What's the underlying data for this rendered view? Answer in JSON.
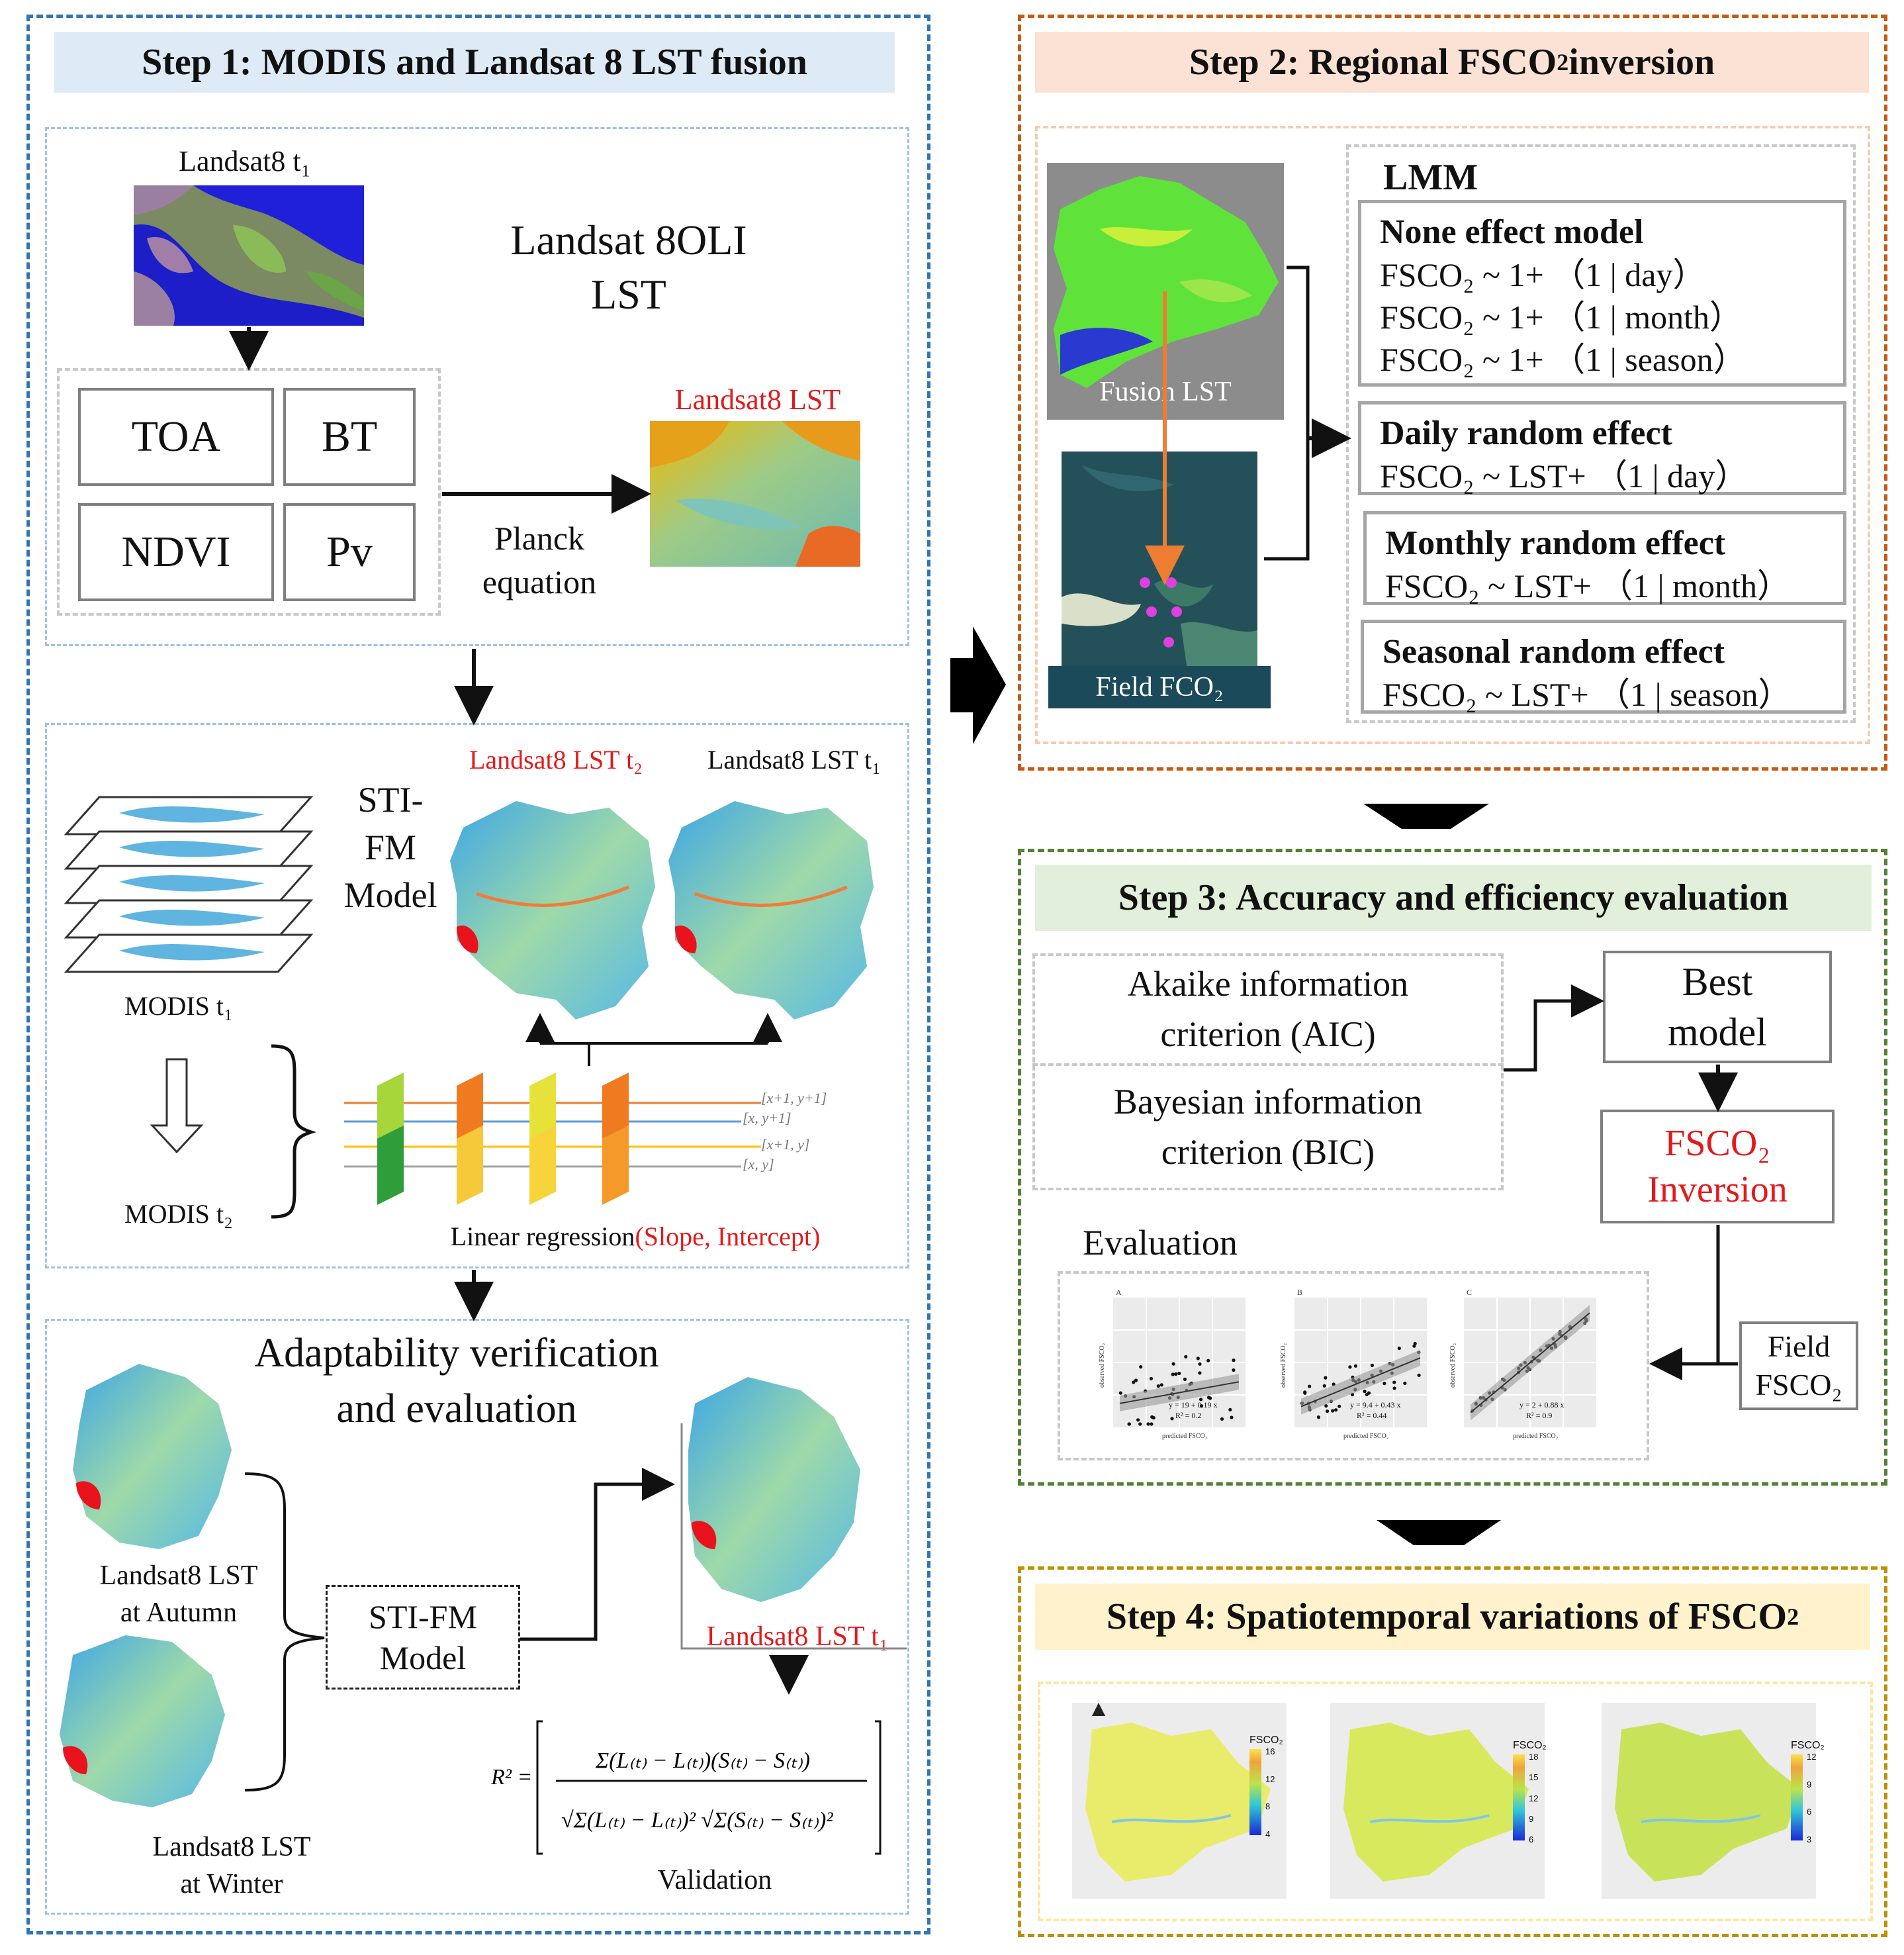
{
  "step1": {
    "title": "Step 1: MODIS and Landsat 8 LST fusion",
    "landsat_t1": "Landsat8 t₁",
    "oli_title": "Landsat 8OLI\nLST",
    "bands": [
      "TOA",
      "BT",
      "NDVI",
      "Pv"
    ],
    "planck": "Planck\nequation",
    "landsat_lst": "Landsat8 LST",
    "stifm_label": "STI-\nFM\nModel",
    "lst_t2": "Landsat8 LST t₂",
    "lst_t1": "Landsat8 LST t₁",
    "modis_t1": "MODIS t₁",
    "modis_t2": "MODIS t₂",
    "regression_pre": "Linear regression",
    "regression_red": "(Slope, Intercept)",
    "grid_labels": [
      "[x+1, y+1]",
      "[x, y+1]",
      "[x+1, y]",
      "[x, y]"
    ],
    "adapt_title": "Adaptability verification\nand evaluation",
    "autumn": "Landsat8 LST\nat Autumn",
    "winter": "Landsat8 LST\nat Winter",
    "stifm_box": "STI-FM\nModel",
    "lst_t1_out": "Landsat8 LST t₁",
    "formula_lhs": "R² =",
    "validation": "Validation"
  },
  "step2": {
    "title_pre": "Step 2: Regional FSCO",
    "title_sub": "2",
    "title_post": " inversion",
    "fusion_lst": "Fusion LST",
    "field_fco2": "Field FCO₂",
    "lmm": "LMM",
    "models": [
      {
        "name": "None effect model",
        "lines": [
          "FSCO₂ ~ 1+ （1 | day）",
          "FSCO₂ ~ 1+ （1 | month）",
          "FSCO₂ ~ 1+ （1 | season）"
        ]
      },
      {
        "name": "Daily random effect",
        "lines": [
          "FSCO₂ ~ LST+ （1 | day）"
        ]
      },
      {
        "name": "Monthly random effect",
        "lines": [
          "FSCO₂ ~ LST+ （1 | month）"
        ]
      },
      {
        "name": "Seasonal random effect",
        "lines": [
          "FSCO₂ ~ LST+ （1 | season）"
        ]
      }
    ]
  },
  "step3": {
    "title": "Step 3: Accuracy and efficiency evaluation",
    "aic": "Akaike information\ncriterion (AIC)",
    "bic": "Bayesian information\ncriterion (BIC)",
    "best": "Best\nmodel",
    "inversion": "FSCO₂\nInversion",
    "evaluation": "Evaluation",
    "field": "Field\nFSCO₂",
    "scatter": [
      {
        "tag": "A",
        "eq": "y = 19 + 0.19 x",
        "r2": "R² = 0.2"
      },
      {
        "tag": "B",
        "eq": "y = 9.4 + 0.43 x",
        "r2": "R² = 0.44"
      },
      {
        "tag": "C",
        "eq": "y = 2 + 0.88 x",
        "r2": "R² = 0.9"
      }
    ],
    "xaxis": "predicted FSCO₂",
    "yaxis": "observed FSCO₂"
  },
  "step4": {
    "title_pre": "Step 4: Spatiotemporal variations of FSCO",
    "title_sub": "2",
    "legend_title": "FSCO₂",
    "legends": [
      [
        "16",
        "12",
        "8",
        "4"
      ],
      [
        "18",
        "15",
        "12",
        "9",
        "6"
      ],
      [
        "12",
        "9",
        "6",
        "3"
      ]
    ]
  },
  "colors": {
    "blue": "#2f74b5",
    "orange": "#c55a11",
    "green": "#538135",
    "gold": "#bf9000",
    "red": "#e31a1c"
  }
}
